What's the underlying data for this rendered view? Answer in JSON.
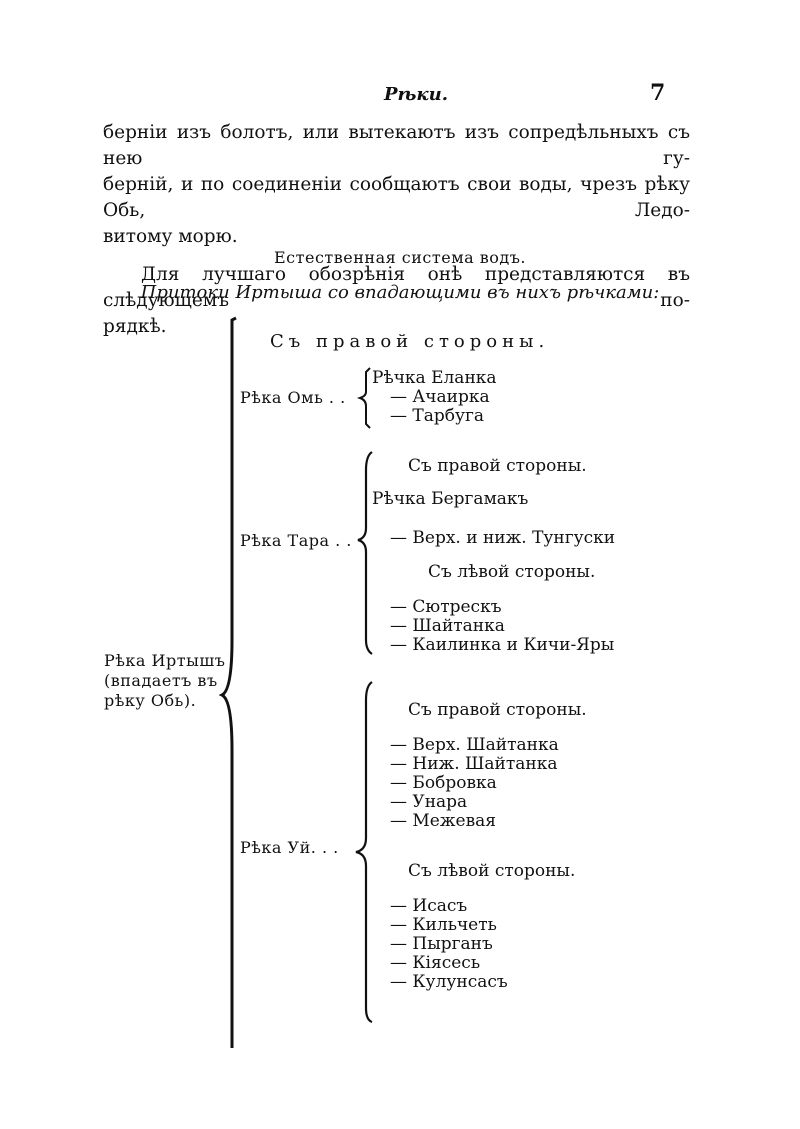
{
  "header": {
    "running_title": "Рѣки.",
    "page_number": "7"
  },
  "body": {
    "paragraph1_lines": [
      "берніи изъ болотъ, или вытекаютъ изъ сопредѣльныхъ съ нею гу-",
      "берній, и по соединеніи сообщаютъ свои воды, чрезъ рѣку Обь, Ледо-",
      "витому морю."
    ],
    "paragraph2_lines": [
      "Для лучшаго обозрѣнія онѣ представляются въ слѣдующемъ по-",
      "рядкѣ."
    ]
  },
  "section_title": "Естественная система водъ.",
  "subtitle": "Притоки Иртыша со впадающими въ нихъ рѣчками:",
  "table": {
    "main_river": [
      "Рѣка Иртышъ",
      "(впадаетъ въ",
      "рѣку Обь)."
    ],
    "top_heading": "Съ правой стороны.",
    "om": {
      "name": "Рѣка Омь . .",
      "streams": [
        "Рѣчка Еланка",
        "— Ачаирка",
        "— Тарбуга"
      ]
    },
    "tara": {
      "name": "Рѣка Тара . .",
      "right_heading": "Съ правой стороны.",
      "right_streams": [
        "Рѣчка Бергамакъ",
        "— Верх. и ниж. Тунгуски"
      ],
      "left_heading": "Съ лѣвой стороны.",
      "left_streams": [
        "— Сютрескъ",
        "— Шайтанка",
        "— Каилинка и Кичи-Яры"
      ]
    },
    "uy": {
      "name": "Рѣка Уй. . .",
      "right_heading": "Съ правой стороны.",
      "right_streams": [
        "— Верх. Шайтанка",
        "— Ниж. Шайтанка",
        "— Бобровка",
        "— Унара",
        "— Межевая"
      ],
      "left_heading": "Съ лѣвой стороны.",
      "left_streams": [
        "— Исасъ",
        "— Кильчеть",
        "— Пырганъ",
        "— Кіясесь",
        "— Кулунсасъ"
      ]
    }
  }
}
